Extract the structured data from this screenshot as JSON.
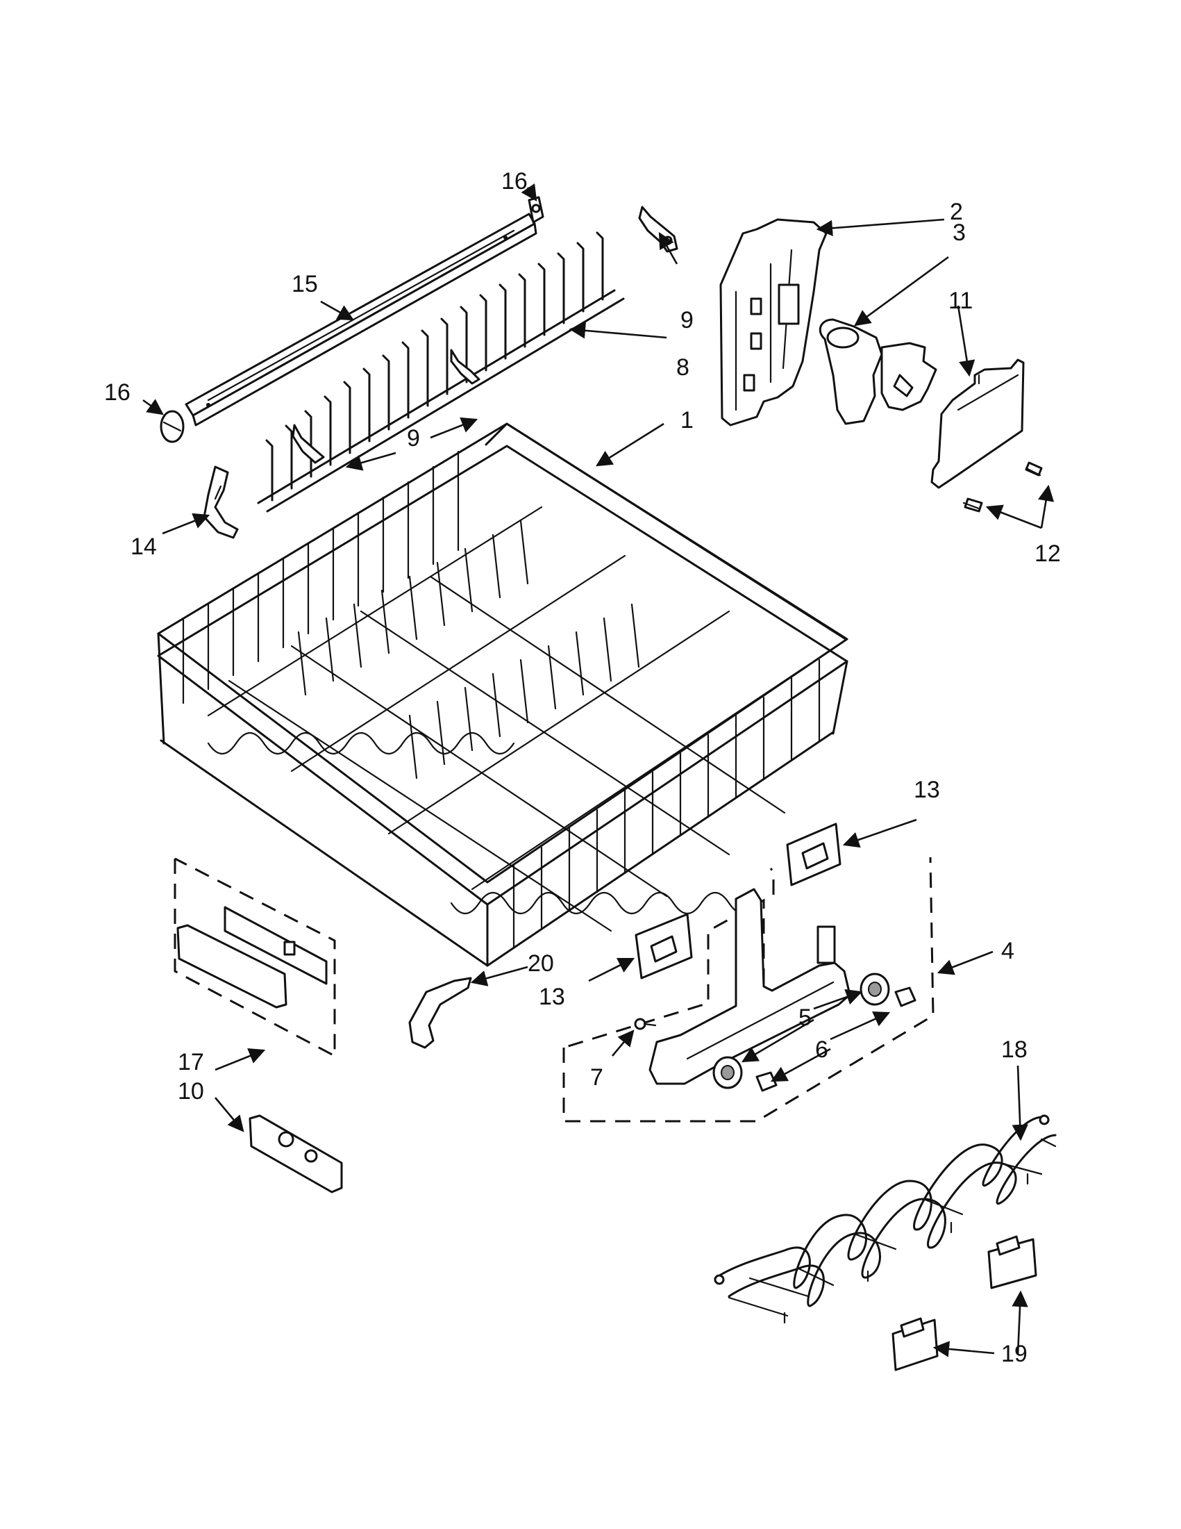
{
  "labels": {
    "l1": "1",
    "l2": "2",
    "l3": "3",
    "l4": "4",
    "l5": "5",
    "l6": "6",
    "l7": "7",
    "l8": "8",
    "l9a": "9",
    "l9b": "9",
    "l10": "10",
    "l11": "11",
    "l12": "12",
    "l13a": "13",
    "l13b": "13",
    "l14": "14",
    "l15": "15",
    "l16a": "16",
    "l16b": "16",
    "l17": "17",
    "l18": "18",
    "l19": "19",
    "l20": "20"
  },
  "colors": {
    "line": "#111111",
    "background": "#ffffff",
    "shade": "#9a9a9a"
  }
}
